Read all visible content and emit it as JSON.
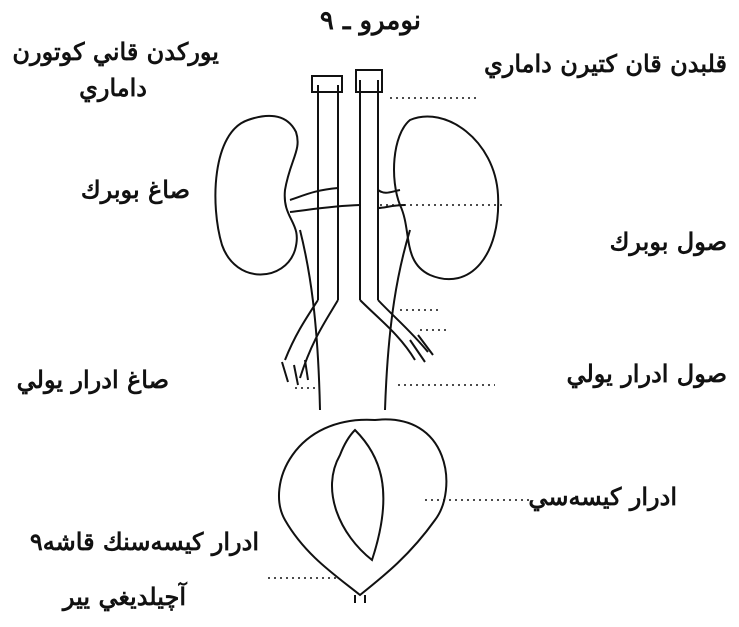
{
  "figure": {
    "title": "نومرو ـ ٩",
    "labels": {
      "heart_vessel": "قلبدن قان كتيرن داماري",
      "heart_vessel_return_1": "يوركدن قاني كوتورن",
      "heart_vessel_return_2": "داماري",
      "right_kidney": "صاغ بوبرك",
      "left_kidney": "صول بوبرك",
      "left_ureter": "صول ادرار يولي",
      "right_ureter": "صاغ ادرار يولي",
      "bladder": "ادرار كيسه‌سي",
      "bladder_opening_1": "ادرار كيسه‌سنك قاشه‌٩",
      "bladder_opening_2": "آچيلديغي يير"
    }
  },
  "colors": {
    "ink": "#111111",
    "paper": "#ffffff"
  }
}
